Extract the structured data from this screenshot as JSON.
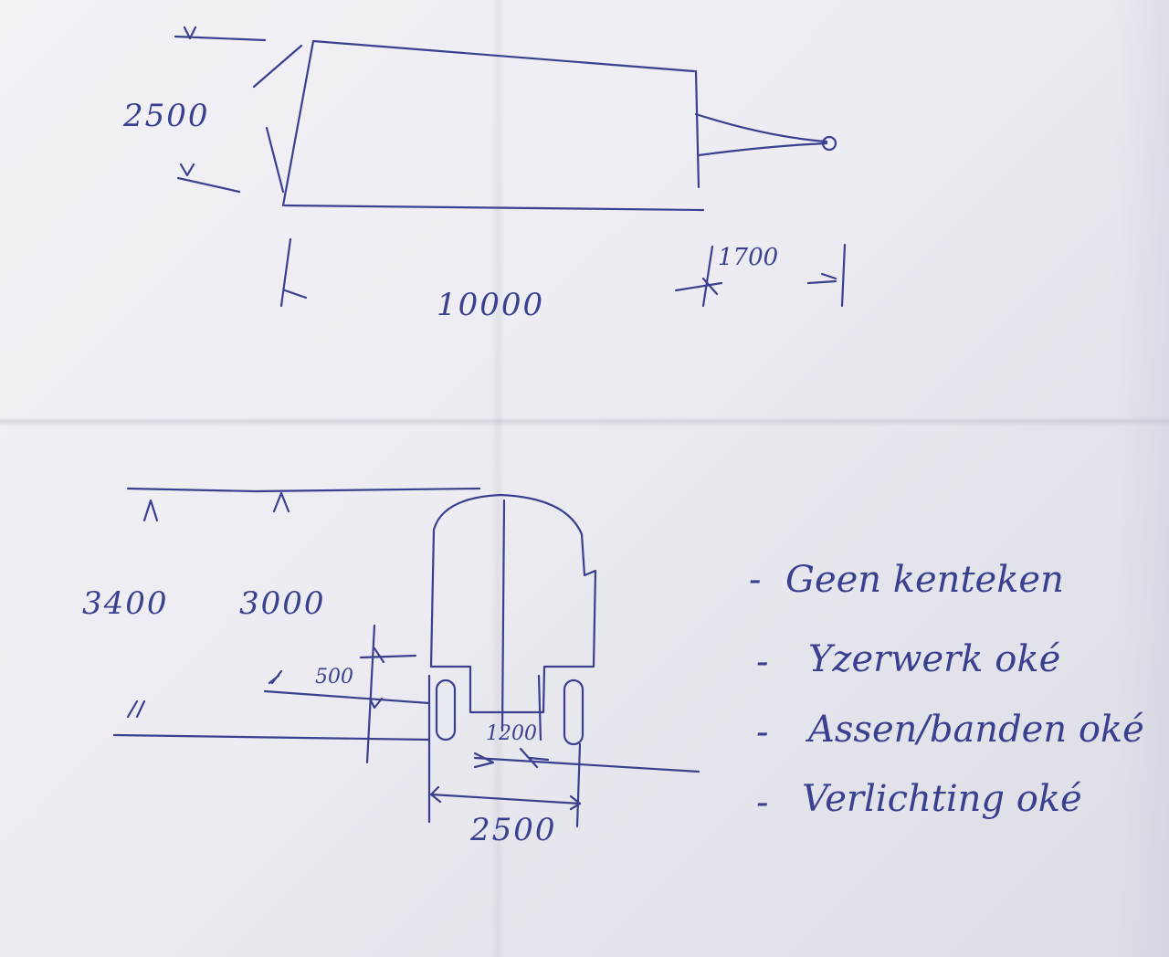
{
  "side_view": {
    "height_label": "2500",
    "length_label": "10000",
    "drawbar_label": "1700"
  },
  "rear_view": {
    "total_height_label": "3400",
    "height_label": "3000",
    "ground_clearance_label": "500",
    "axle_gap_label": "1200",
    "width_label": "2500"
  },
  "notes": [
    {
      "dash": "-",
      "text": "Geen kenteken"
    },
    {
      "dash": "-",
      "text": "Yzerwerk oké"
    },
    {
      "dash": "-",
      "text": "Assen/banden oké"
    },
    {
      "dash": "-",
      "text": "Verlichting oké"
    }
  ],
  "colors": {
    "ink": "#3a3f8f",
    "paper": "#ececf2"
  }
}
